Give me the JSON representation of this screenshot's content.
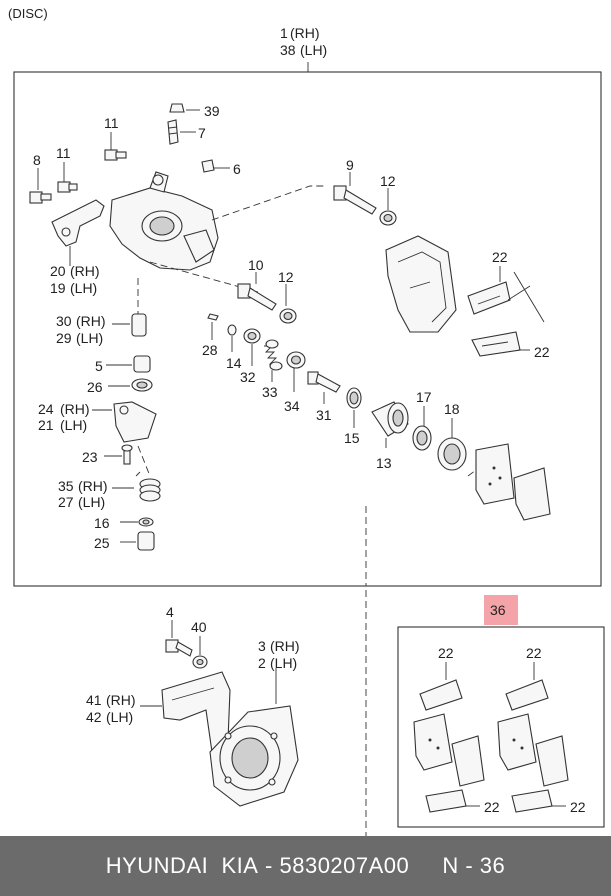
{
  "header": {
    "variant": "(DISC)"
  },
  "callouts": {
    "c1": "1",
    "c1_side": "(RH)",
    "c38": "38",
    "c38_side": "(LH)",
    "c39": "39",
    "c7": "7",
    "c11a": "11",
    "c11b": "11",
    "c8": "8",
    "c6": "6",
    "c9": "9",
    "c12a": "12",
    "c20": "20",
    "c20_side": "(RH)",
    "c19": "19",
    "c19_side": "(LH)",
    "c10": "10",
    "c12b": "12",
    "c22a": "22",
    "c22b": "22",
    "c30": "30",
    "c30_side": "(RH)",
    "c29": "29",
    "c29_side": "(LH)",
    "c28": "28",
    "c5": "5",
    "c14": "14",
    "c32": "32",
    "c33": "33",
    "c34": "34",
    "c26": "26",
    "c31": "31",
    "c17": "17",
    "c18": "18",
    "c24": "24",
    "c24_side": "(RH)",
    "c21": "21",
    "c21_side": "(LH)",
    "c15": "15",
    "c13": "13",
    "c23": "23",
    "c35": "35",
    "c35_side": "(RH)",
    "c27": "27",
    "c27_side": "(LH)",
    "c16": "16",
    "c25": "25",
    "c36": "36",
    "c4": "4",
    "c40": "40",
    "c3": "3",
    "c3_side": "(RH)",
    "c2": "2",
    "c2_side": "(LH)",
    "c41": "41",
    "c41_side": "(RH)",
    "c42": "42",
    "c42_side": "(LH)",
    "c22c": "22",
    "c22d": "22",
    "c22e": "22",
    "c22f": "22"
  },
  "colors": {
    "highlight": "#f4a3a8",
    "footer_bg": "#6b6b6b"
  },
  "footer": {
    "brand": "HYUNDAI  KIA",
    "part_number": "5830207A00",
    "page": "N - 36"
  }
}
